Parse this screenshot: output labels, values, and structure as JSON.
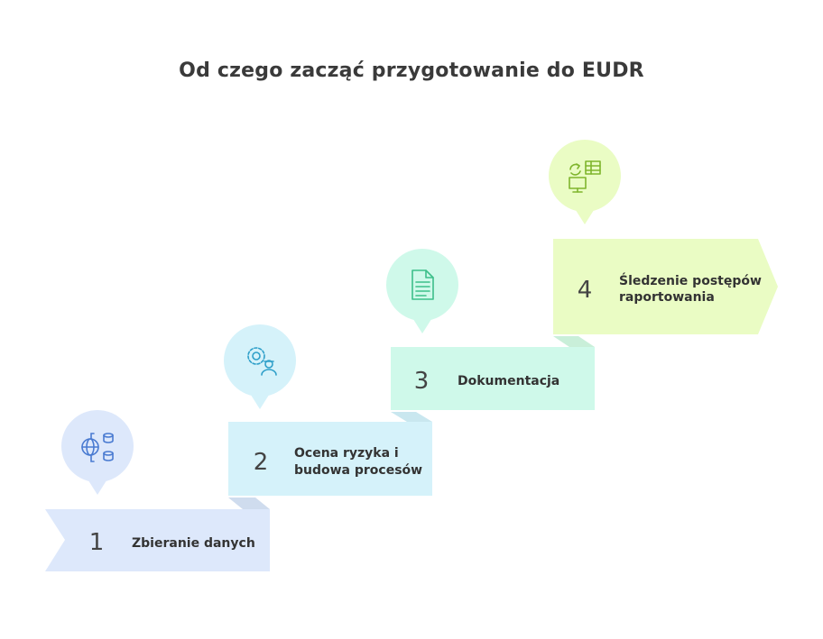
{
  "title": "Od czego zacząć przygotowanie do EUDR",
  "steps": [
    {
      "number": "1",
      "label_lines": [
        "Zbieranie danych"
      ],
      "icon": "globe-database-icon",
      "box_color": "#dde8fb",
      "pin_color": "#dde8fb",
      "icon_color": "#4a7bd1"
    },
    {
      "number": "2",
      "label_lines": [
        "Ocena ryzyka i",
        "budowa procesów"
      ],
      "icon": "gear-person-icon",
      "box_color": "#d5f2fa",
      "pin_color": "#d5f2fa",
      "icon_color": "#2e9fc9"
    },
    {
      "number": "3",
      "label_lines": [
        "Dokumentacja"
      ],
      "icon": "document-icon",
      "box_color": "#cff9ea",
      "pin_color": "#cff9ea",
      "icon_color": "#3dbf8a"
    },
    {
      "number": "4",
      "label_lines": [
        "Śledzenie postępów",
        "raportowania"
      ],
      "icon": "monitor-table-icon",
      "box_color": "#eafcc4",
      "pin_color": "#eafcc4",
      "icon_color": "#7fb52d"
    }
  ]
}
